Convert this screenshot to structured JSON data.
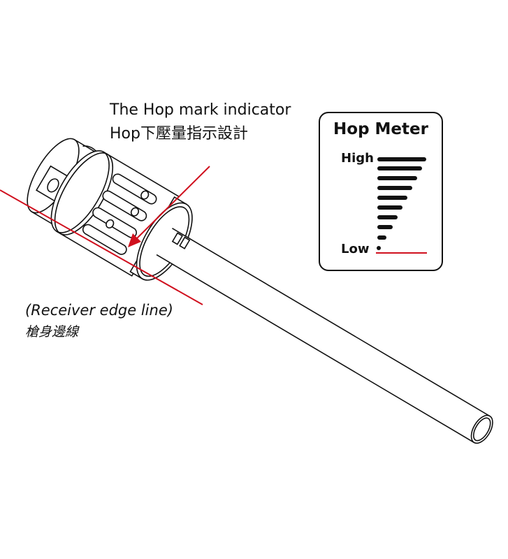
{
  "labels": {
    "hop_indicator_en": "The Hop mark indicator",
    "hop_indicator_zh": "Hop下壓量指示設計",
    "receiver_edge_en": "(Receiver edge line)",
    "receiver_edge_zh": "槍身邊線"
  },
  "hop_meter": {
    "title": "Hop Meter",
    "high_label": "High",
    "low_label": "Low",
    "levels": 10
  },
  "colors": {
    "line": "#111111",
    "accent": "#d0101e"
  }
}
